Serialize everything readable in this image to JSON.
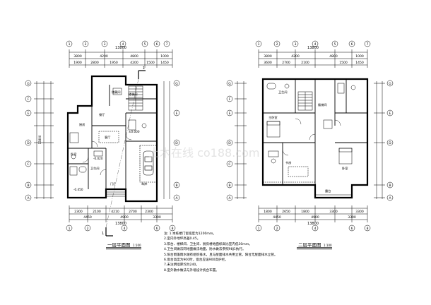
{
  "plan_left": {
    "title": "一层平面图",
    "scale": "1:100",
    "total_width": "13800",
    "top_dims_outer": [
      "3800",
      "4200",
      "4800",
      "1000"
    ],
    "top_dims_inner": [
      "1900",
      "2800",
      "1950",
      "4200",
      "1500",
      "1450"
    ],
    "bottom_dims_outer": [
      "4450",
      "4900",
      "3300"
    ],
    "bottom_dims_inner": [
      "2300",
      "2100",
      "4210",
      "2700",
      "2300"
    ],
    "col_marks": [
      "1",
      "2",
      "3",
      "4",
      "5",
      "6",
      "7",
      "8"
    ],
    "row_marks": [
      "G",
      "F",
      "E",
      "D",
      "C",
      "B",
      "A"
    ],
    "rooms": [
      "厨房",
      "餐厅",
      "客厅",
      "卧室",
      "卫生间",
      "车库",
      "楼梯间",
      "储藏间",
      "门厅"
    ],
    "levels": [
      "±0.000",
      "-0.450",
      "-0.020"
    ],
    "section_mark": "1"
  },
  "plan_right": {
    "title": "二层平面图",
    "scale": "1:100",
    "total_width": "13800",
    "top_dims_outer": [
      "3800",
      "4200",
      "4800",
      "1000"
    ],
    "top_dims_inner": [
      "3600",
      "2700",
      "2100",
      "1500",
      "1450"
    ],
    "bottom_dims_outer": [
      "4450",
      "4900",
      "3300"
    ],
    "bottom_dims_inner": [
      "1800",
      "2650",
      "1800",
      "3300",
      "3300"
    ],
    "col_marks": [
      "1",
      "2",
      "3",
      "4",
      "5",
      "6",
      "7",
      "8"
    ],
    "row_marks": [
      "G",
      "F",
      "E",
      "D",
      "C",
      "B",
      "A"
    ],
    "rooms": [
      "主卧室",
      "卧室",
      "卫生间",
      "书房",
      "露台",
      "楼梯间"
    ]
  },
  "notes": [
    "注: 1.本栋楼门窗宽度为1200mm。",
    "2.室内外地坪高差0.45。",
    "3.阳台、楼梯间、卫生间、厨房楼地面标高比室内低30mm。",
    "4.卫生间做法同地面做法地面，防水做法参照98J1执行。",
    "5.阳台雨篷雨水做有组织排水，且与屋面排水共用立管，阳台无屋面排水立管。",
    "6.窗台高度为900时，窗台应设900高护栏。",
    "7.未注明墙厚均为240。",
    "8.室外散水做法与外墙设计统合布置。"
  ],
  "watermark": "土木在线 co188.com"
}
